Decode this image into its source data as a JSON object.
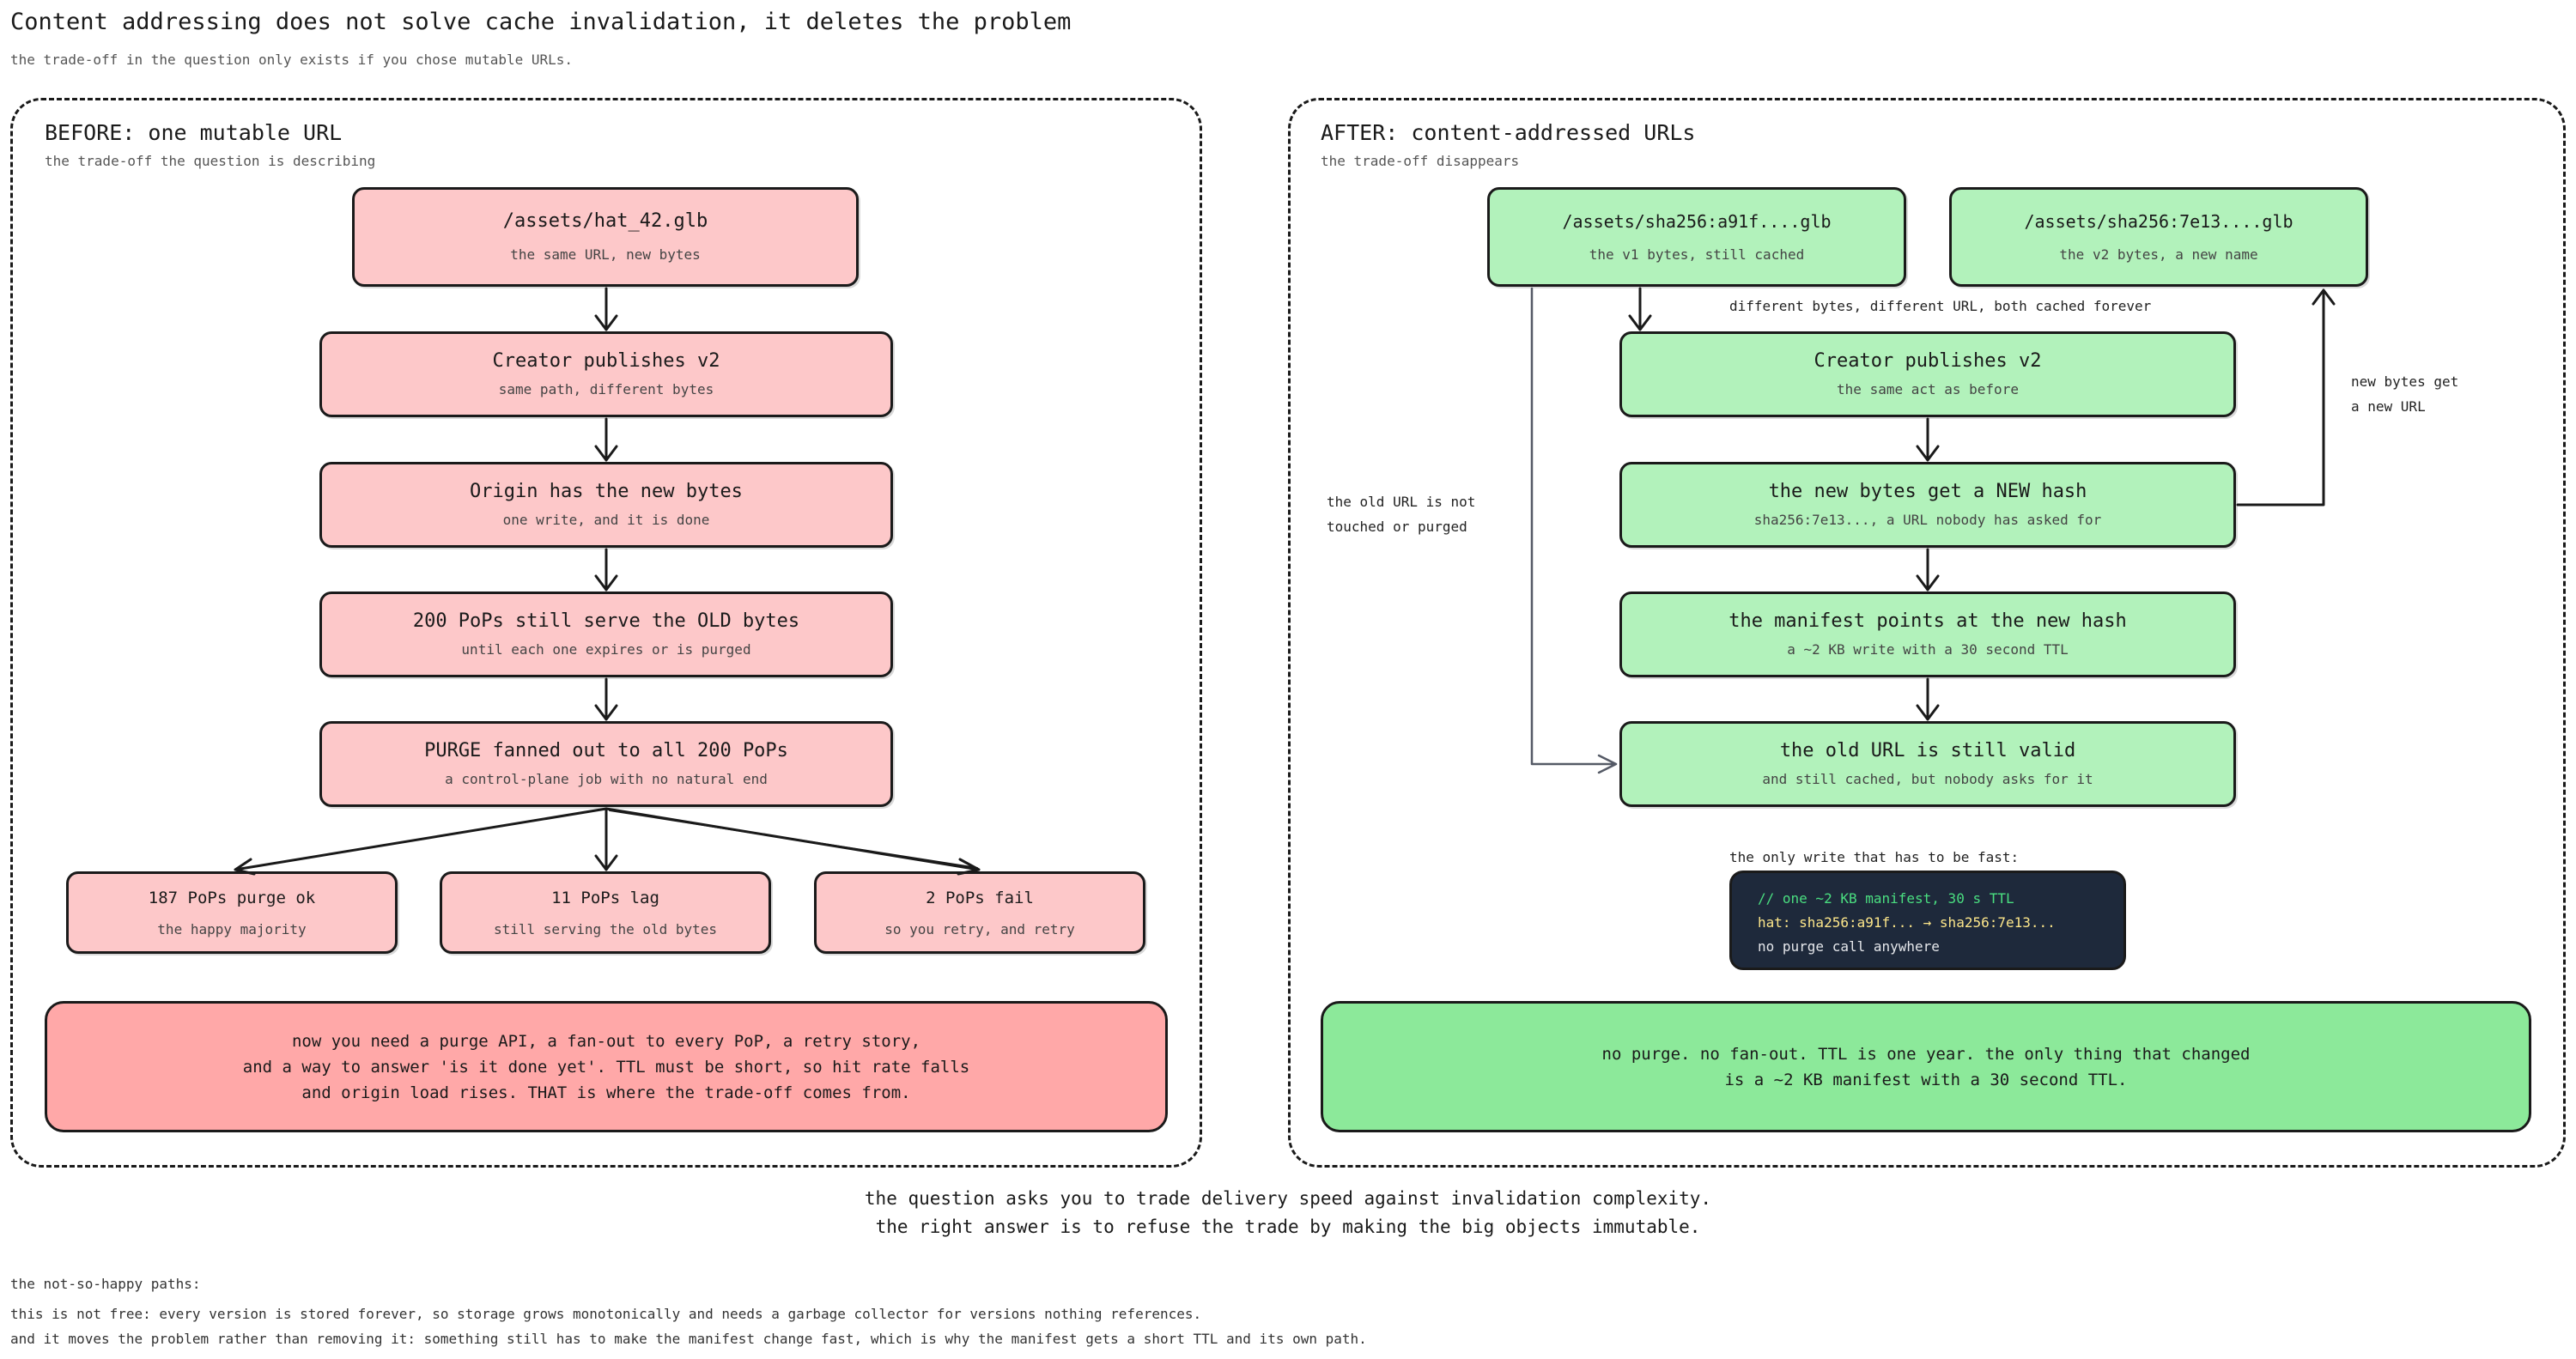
{
  "title": "Content addressing does not solve cache invalidation, it deletes the problem",
  "subtitle": "the trade-off in the question only exists if you chose mutable URLs.",
  "before": {
    "title": "BEFORE: one mutable URL",
    "subtitle": "the trade-off the question is describing",
    "url_box": {
      "title": "/assets/hat_42.glb",
      "sub": "the same URL, new bytes"
    },
    "steps": [
      {
        "title": "Creator publishes v2",
        "sub": "same path, different bytes"
      },
      {
        "title": "Origin has the new bytes",
        "sub": "one write, and it is done"
      },
      {
        "title": "200 PoPs still serve the OLD bytes",
        "sub": "until each one expires or is purged"
      },
      {
        "title": "PURGE fanned out to all 200 PoPs",
        "sub": "a control-plane job with no natural end"
      }
    ],
    "outcomes": [
      {
        "title": "187 PoPs purge ok",
        "sub": "the happy majority"
      },
      {
        "title": "11 PoPs lag",
        "sub": "still serving the old bytes"
      },
      {
        "title": "2 PoPs fail",
        "sub": "so you retry, and retry"
      }
    ],
    "conclusion": "now you need a purge API, a fan-out to every PoP, a retry story,\nand a way to answer 'is it done yet'. TTL must be short, so hit rate falls\nand origin load rises. THAT is where the trade-off comes from."
  },
  "after": {
    "title": "AFTER: content-addressed URLs",
    "subtitle": "the trade-off disappears",
    "url_v1": {
      "title": "/assets/sha256:a91f....glb",
      "sub": "the v1 bytes, still cached"
    },
    "url_v2": {
      "title": "/assets/sha256:7e13....glb",
      "sub": "the v2 bytes, a new name"
    },
    "url_note": "different bytes, different URL, both cached forever",
    "steps": [
      {
        "title": "Creator publishes v2",
        "sub": "the same act as before"
      },
      {
        "title": "the new bytes get a NEW hash",
        "sub": "sha256:7e13..., a URL nobody has asked for"
      },
      {
        "title": "the manifest points at the new hash",
        "sub": "a ~2 KB write with a 30 second TTL"
      },
      {
        "title": "the old URL is still valid",
        "sub": "and still cached, but nobody asks for it"
      }
    ],
    "left_note": "the old URL is not\ntouched or purged",
    "right_note": "new bytes get\na new URL",
    "code_label": "the only write that has to be fast:",
    "code_lines": [
      "// one ~2 KB manifest, 30 s TTL",
      "hat: sha256:a91f... → sha256:7e13...",
      "no purge call anywhere"
    ],
    "conclusion": "no purge. no fan-out. TTL is one year. the only thing that changed\nis a ~2 KB manifest with a 30 second TTL."
  },
  "bottom_text": "the question asks you to trade delivery speed against invalidation complexity.\nthe right answer is to refuse the trade by making the big objects immutable.",
  "footer": {
    "heading": "the not-so-happy paths:",
    "lines": [
      "this is not free: every version is stored forever, so storage grows monotonically and needs a garbage collector for versions nothing references.",
      "and it moves the problem rather than removing it: something still has to make the manifest change fast, which is why the manifest gets a short TTL and its own path."
    ]
  },
  "colors": {
    "before_box": "#fdc8c9",
    "before_note": "#ffa8a8",
    "after_box": "#b2f2bb",
    "after_note": "#8ce99a",
    "code_bg": "#1e293b",
    "code_comment": "#4ade80",
    "code_key": "#fde68a",
    "code_text": "#e5e7eb"
  }
}
